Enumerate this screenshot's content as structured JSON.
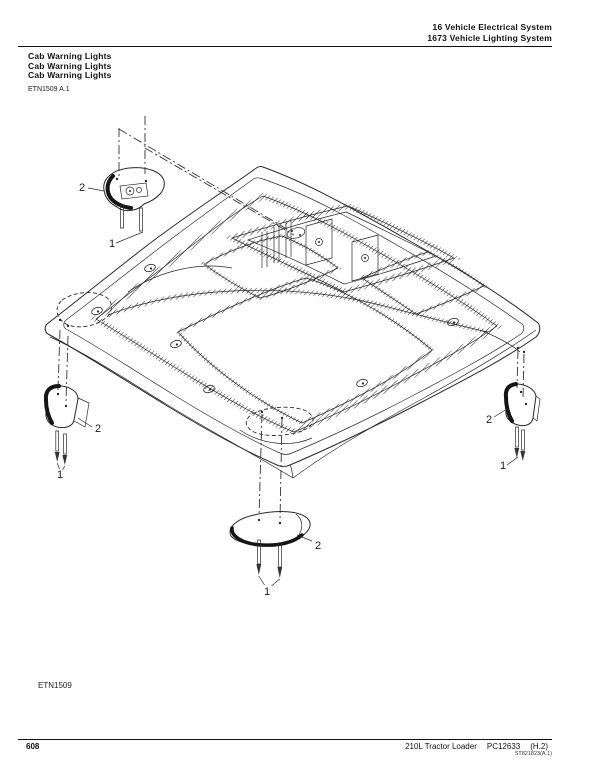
{
  "page": {
    "background": "#ffffff",
    "text_color": "#111111",
    "line_color": "#2a2a2a"
  },
  "header": {
    "section": "16 Vehicle Electrical System",
    "subsection": "1673 Vehicle Lighting System"
  },
  "title_block": {
    "line1": "Cab Warning Lights",
    "line2": "Cab Warning Lights",
    "line3": "Cab Warning Lights",
    "revision": "ETN1509 A.1"
  },
  "figure": {
    "label": "ETN1509",
    "parts": {
      "screws": "1",
      "light": "2"
    }
  },
  "footer": {
    "page_number": "608",
    "model": "210L Tractor Loader",
    "catalog": "PC12633",
    "revision": "(H.2)",
    "stamp": "ST821823(A.1)"
  }
}
